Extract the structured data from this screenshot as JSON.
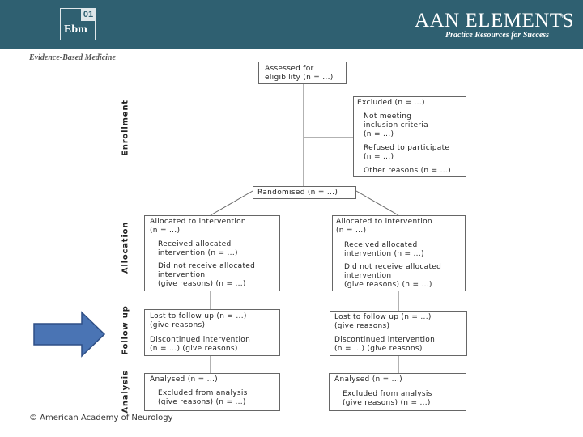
{
  "header": {
    "ebm_logo_badge": "01",
    "ebm_logo_text": "Ebm",
    "aan_title": "AAN ELEMENTS",
    "aan_tm": "TM",
    "aan_subtitle": "Practice Resources for Success",
    "ebm_caption": "Evidence-Based Medicine"
  },
  "stages": {
    "enrollment": "Enrollment",
    "allocation": "Allocation",
    "follow_up": "Follow up",
    "analysis": "Analysis"
  },
  "flow": {
    "assessed": [
      "Assessed for",
      "eligibility (n = ...)"
    ],
    "excluded": {
      "title": "Excluded (n = ...)",
      "lines": [
        "Not meeting",
        "inclusion criteria",
        "(n = ...)",
        "Refused to participate",
        "(n = ...)",
        "Other reasons (n = ...)"
      ]
    },
    "randomised": "Randomised (n = ...)",
    "left": {
      "allocated": "Allocated to intervention",
      "allocated_n": "(n = ...)",
      "received": [
        "Received allocated",
        "intervention (n = ...)"
      ],
      "not_received": [
        "Did not receive allocated",
        "intervention",
        "(give reasons) (n = ...)"
      ],
      "lost": "Lost to follow up (n = ...)",
      "lost_reason": "(give reasons)",
      "discontinued": [
        "Discontinued intervention",
        "(n = ...) (give reasons)"
      ],
      "analysed": "Analysed (n = ...)",
      "excluded_analysis": [
        "Excluded from analysis",
        "(give reasons) (n = ...)"
      ]
    },
    "right": {
      "allocated": "Allocated to intervention",
      "allocated_n": "(n = ...)",
      "received": [
        "Received allocated",
        "intervention (n = ...)"
      ],
      "not_received": [
        "Did not receive allocated",
        "intervention",
        "(give reasons) (n = ...)"
      ],
      "lost": "Lost to follow up (n = ...)",
      "lost_reason": "(give reasons)",
      "discontinued": [
        "Discontinued intervention",
        "(n = ...) (give reasons)"
      ],
      "analysed": "Analysed (n = ...)",
      "excluded_analysis": [
        "Excluded from analysis",
        "(give reasons) (n = ...)"
      ]
    }
  },
  "arrow_color": "#4a74b4",
  "arrow_outline": "#2e4f86",
  "copyright": "© American Academy of Neurology"
}
